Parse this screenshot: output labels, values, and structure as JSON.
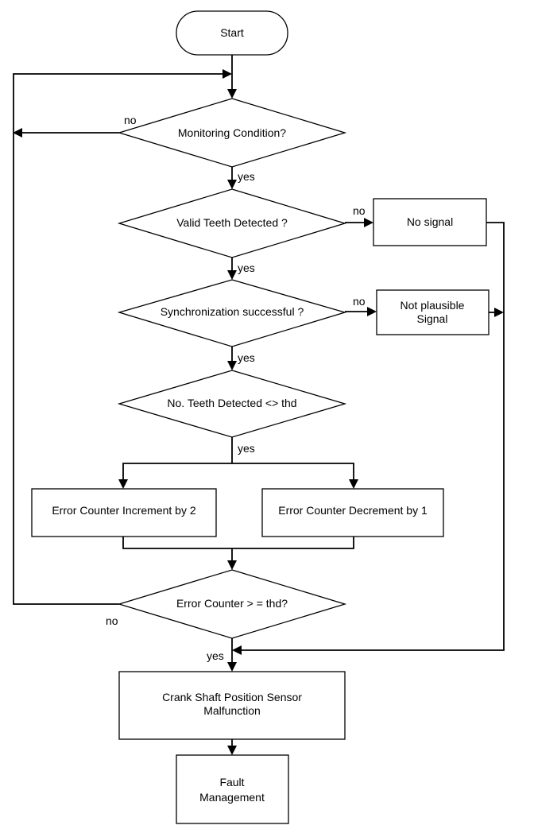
{
  "nodes": {
    "start": "Start",
    "monitoring": "Monitoring Condition?",
    "valid_teeth": "Valid Teeth Detected  ?",
    "no_signal": "No signal",
    "sync": "Synchronization successful ?",
    "not_plausible": [
      "Not plausible",
      "Signal"
    ],
    "teeth_thd": "No. Teeth Detected <> thd",
    "increment": "Error Counter Increment by 2",
    "decrement": "Error Counter Decrement by 1",
    "err_thd": "Error Counter > = thd?",
    "malfunction": [
      "Crank Shaft Position Sensor",
      "Malfunction"
    ],
    "fault": [
      "Fault",
      "Management"
    ]
  },
  "edge_labels": {
    "monitoring_no": "no",
    "monitoring_yes": "yes",
    "valid_no": "no",
    "valid_yes": "yes",
    "sync_no": "no",
    "sync_yes": "yes",
    "teeth_yes": "yes",
    "err_no": "no",
    "err_yes": "yes"
  }
}
